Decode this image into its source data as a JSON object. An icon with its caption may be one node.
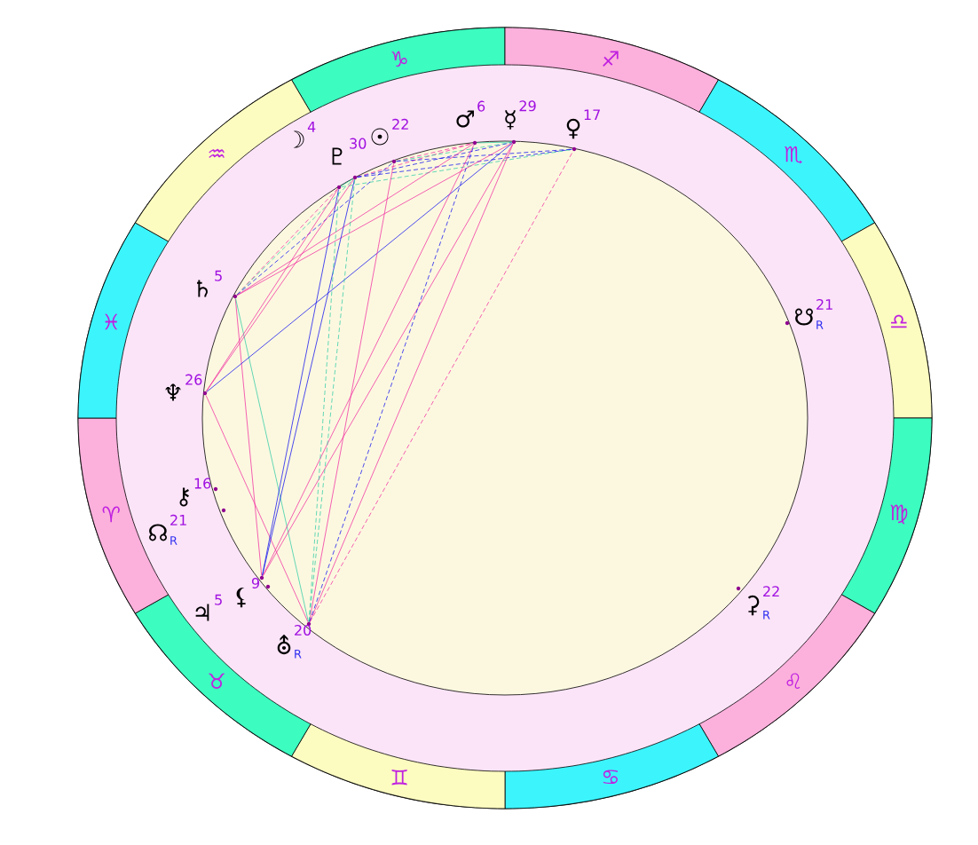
{
  "diagram": {
    "nodes": [
      {
        "text": [
          "♑"
        ]
      },
      {
        "text": [
          "♐"
        ]
      },
      {
        "text": [
          "♏"
        ]
      },
      {
        "text": [
          "♎"
        ]
      },
      {
        "text": [
          "♍"
        ]
      },
      {
        "text": [
          "♌"
        ]
      },
      {
        "text": [
          "♋"
        ]
      },
      {
        "text": [
          "♊"
        ]
      },
      {
        "text": [
          "♉"
        ]
      },
      {
        "text": [
          "♈"
        ]
      },
      {
        "text": [
          "♓"
        ]
      },
      {
        "text": [
          "♒"
        ]
      },
      {
        "text": [],
        "shape": "circle",
        "beside": [
          "☽",
          "4"
        ]
      },
      {
        "text": [],
        "shape": "circle",
        "beside": [
          "♇",
          "30"
        ]
      },
      {
        "text": [],
        "shape": "circle",
        "beside": [
          "☉",
          "22"
        ]
      },
      {
        "text": [],
        "shape": "circle",
        "beside": [
          "♂",
          "6"
        ]
      },
      {
        "text": [],
        "shape": "circle",
        "beside": [
          "☿",
          "29"
        ]
      },
      {
        "text": [],
        "shape": "circle",
        "beside": [
          "♀",
          "17"
        ]
      },
      {
        "text": [],
        "shape": "circle",
        "beside": [
          "♄",
          "5"
        ]
      },
      {
        "text": [],
        "shape": "circle",
        "beside": [
          "♆",
          "26"
        ]
      },
      {
        "text": [],
        "shape": "circle",
        "beside": [
          "⚷",
          "16"
        ]
      },
      {
        "text": [],
        "shape": "circle",
        "beside": [
          "☊",
          "21",
          "R"
        ]
      },
      {
        "text": [],
        "shape": "circle",
        "beside": [
          "♃",
          "5"
        ]
      },
      {
        "text": [],
        "shape": "circle",
        "beside": [
          "⚸",
          "9"
        ]
      },
      {
        "text": [],
        "shape": "circle",
        "beside": [
          "⛢",
          "20",
          "R"
        ]
      },
      {
        "text": [],
        "shape": "circle",
        "beside": [
          "☋",
          "21",
          "R"
        ]
      },
      {
        "text": [],
        "shape": "circle",
        "beside": [
          "⚳",
          "22",
          "R"
        ]
      }
    ],
    "edges": [
      {
        "from": 12,
        "to": 13,
        "arrow": "none",
        "color": "#20c8a0"
      },
      {
        "from": 15,
        "to": 16,
        "arrow": "none",
        "color": "#20c8a0"
      },
      {
        "from": 13,
        "to": 15,
        "arrow": "none",
        "style": "dashed"
      },
      {
        "from": 13,
        "to": 16,
        "arrow": "none",
        "style": "dashed",
        "color": "#0000f0"
      },
      {
        "from": 13,
        "to": 17,
        "arrow": "none",
        "style": "dashed",
        "color": "#0000f0"
      },
      {
        "from": 12,
        "to": 17,
        "arrow": "none",
        "style": "dashed",
        "color": "#20c8a0"
      },
      {
        "from": 14,
        "to": 15,
        "arrow": "none",
        "style": "dashed"
      },
      {
        "from": 14,
        "to": 16,
        "arrow": "none",
        "style": "dashed",
        "color": "#20c8a0"
      },
      {
        "from": 14,
        "to": 17,
        "arrow": "none",
        "style": "dashed",
        "color": "#0000f0"
      },
      {
        "from": 18,
        "to": 12,
        "arrow": "none",
        "style": "dashed"
      },
      {
        "from": 18,
        "to": 13,
        "arrow": "none",
        "style": "dashed",
        "color": "#20c8a0"
      },
      {
        "from": 18,
        "to": 14,
        "arrow": "none",
        "style": "dashed",
        "color": "#0000f0"
      },
      {
        "from": 18,
        "to": 15,
        "arrow": "none"
      },
      {
        "from": 18,
        "to": 16,
        "arrow": "none"
      },
      {
        "from": 18,
        "to": 22,
        "arrow": "none"
      },
      {
        "from": 18,
        "to": 24,
        "arrow": "none",
        "color": "#20c8a0"
      },
      {
        "from": 19,
        "to": 12,
        "arrow": "none"
      },
      {
        "from": 19,
        "to": 13,
        "arrow": "none"
      },
      {
        "from": 19,
        "to": 16,
        "arrow": "none",
        "color": "#0000f0"
      },
      {
        "from": 19,
        "to": 24,
        "arrow": "none"
      },
      {
        "from": 22,
        "to": 12,
        "arrow": "none",
        "color": "#0000f0"
      },
      {
        "from": 22,
        "to": 13,
        "arrow": "none",
        "color": "#0000f0"
      },
      {
        "from": 22,
        "to": 15,
        "arrow": "none"
      },
      {
        "from": 22,
        "to": 16,
        "arrow": "none"
      },
      {
        "from": 24,
        "to": 14,
        "arrow": "none"
      },
      {
        "from": 24,
        "to": 16,
        "arrow": "none"
      },
      {
        "from": 24,
        "to": 12,
        "arrow": "none",
        "style": "dashed",
        "color": "#20c8a0"
      },
      {
        "from": 24,
        "to": 13,
        "arrow": "none",
        "style": "dashed",
        "color": "#20c8a0"
      },
      {
        "from": 24,
        "to": 15,
        "arrow": "none",
        "style": "dashed",
        "color": "#0000f0"
      },
      {
        "from": 24,
        "to": 17,
        "arrow": "none",
        "style": "dashed"
      }
    ]
  }
}
